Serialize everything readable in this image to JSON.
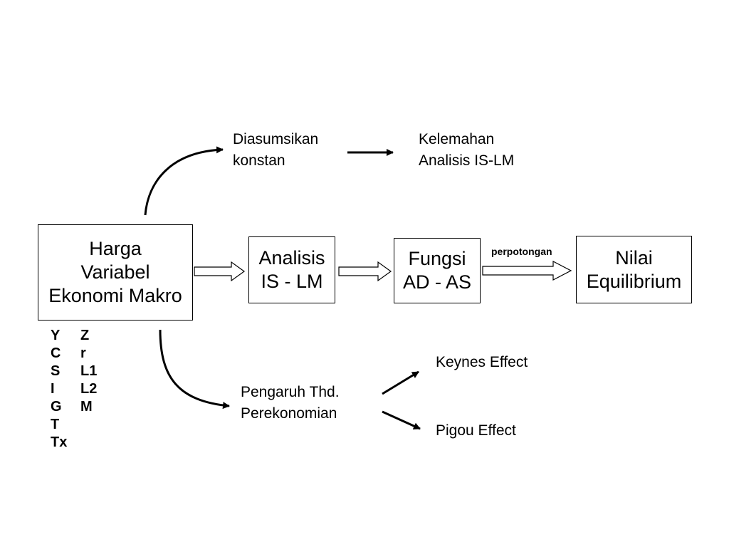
{
  "boxes": {
    "harga": [
      "Harga",
      "Variabel",
      "Ekonomi Makro"
    ],
    "analisis": [
      "Analisis",
      "IS - LM"
    ],
    "fungsi": [
      "Fungsi",
      "AD - AS"
    ],
    "nilai": [
      "Nilai",
      "Equilibrium"
    ]
  },
  "labels": {
    "diasumsikan": [
      "Diasumsikan",
      "konstan"
    ],
    "kelemahan": [
      "Kelemahan",
      "Analisis IS-LM"
    ],
    "pengaruh": [
      "Pengaruh Thd.",
      "Perekonomian"
    ],
    "keynes": "Keynes Effect",
    "pigou": "Pigou Effect",
    "perpotongan": "perpotongan"
  },
  "variables": {
    "left": [
      "Y",
      "C",
      "S",
      "I",
      "G",
      "T",
      "Tx"
    ],
    "right": [
      "Z",
      "r",
      "L1",
      "L2",
      "M",
      "",
      ""
    ]
  }
}
